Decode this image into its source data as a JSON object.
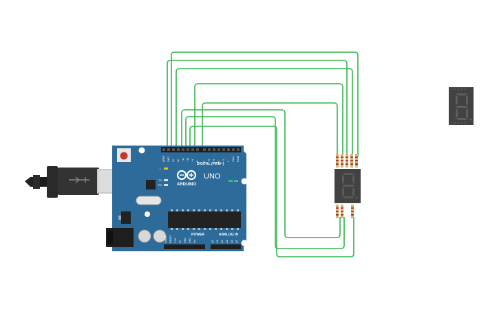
{
  "board": {
    "brand_label": "ARDUINO",
    "model_label": "UNO",
    "digital_label": "DIGITAL (PWM~)",
    "power_label": "POWER",
    "analog_label": "ANALOG IN",
    "on_label": "ON",
    "led_l_label": "L",
    "led_tx_label": "TX",
    "led_rx_label": "RX",
    "digital_pins": [
      "AREF",
      "GND",
      "13",
      "12",
      "~11",
      "~10",
      "~9",
      "8",
      "7",
      "~6",
      "~5",
      "4",
      "~3",
      "2",
      "TX▸1",
      "RX◂0"
    ],
    "power_pins": [
      "IOREF",
      "RESET",
      "3.3V",
      "5V",
      "GND",
      "GND",
      "Vin"
    ],
    "analog_pins": [
      "A0",
      "A1",
      "A2",
      "A3",
      "A4",
      "A5"
    ]
  },
  "colors": {
    "board": "#2c6b9a",
    "wire": "#32b34a",
    "display_body": "#424242",
    "segment_off": "#5a5a5a"
  },
  "icons": {
    "usb_cable": "usb-cable-icon",
    "power_jack": "power-jack-icon",
    "reset_button": "reset-button-icon",
    "arduino_logo": "arduino-infinity-icon"
  }
}
